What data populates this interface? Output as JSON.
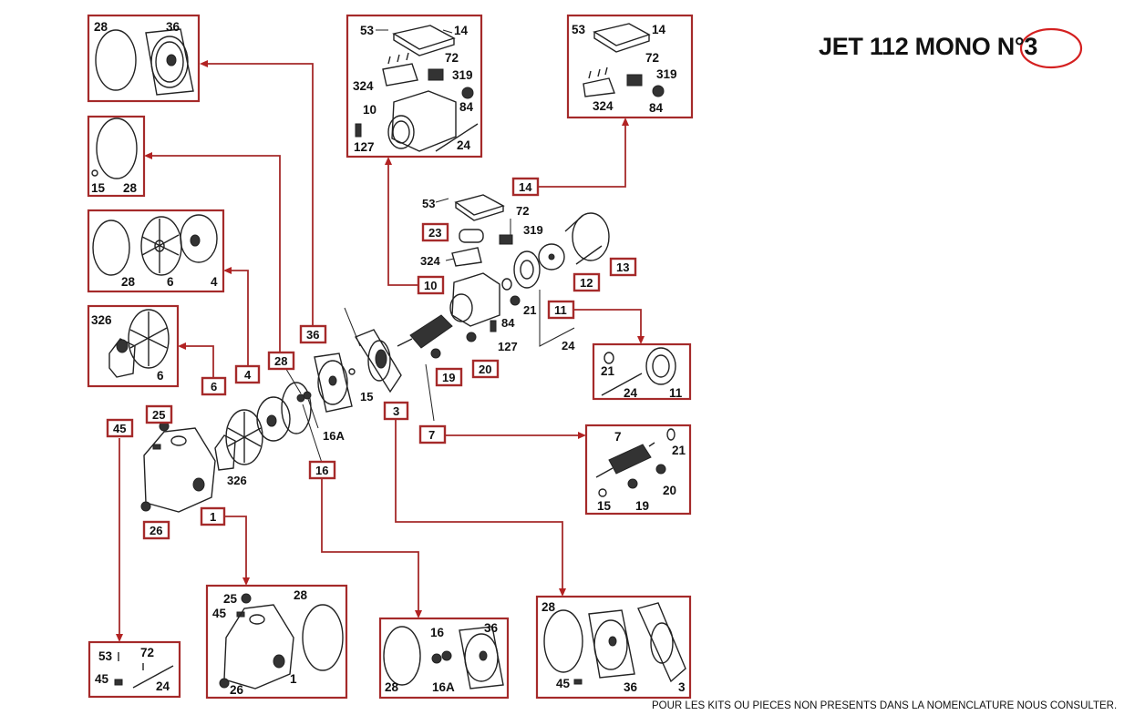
{
  "title": "JET 112 MONO N°3",
  "title_main": "JET 112 MONO ",
  "title_highlight": "N°3",
  "highlight_color": "#d42020",
  "accent_color": "#a52a2a",
  "footer_note": "POUR LES KITS OU PIECES NON PRESENTS DANS LA NOMENCLATURE NOUS CONSULTER.",
  "main_assembly": {
    "tags": [
      "14",
      "23",
      "10",
      "13",
      "12",
      "11",
      "36",
      "28",
      "4",
      "6",
      "45",
      "25",
      "26",
      "1",
      "16",
      "3",
      "7",
      "19",
      "20"
    ],
    "labels": [
      "53",
      "72",
      "319",
      "324",
      "84",
      "21",
      "127",
      "24",
      "15",
      "16A",
      "326"
    ]
  },
  "kits": [
    {
      "id": "kit-36",
      "tag": "36",
      "parts": [
        "28",
        "36"
      ]
    },
    {
      "id": "kit-28",
      "tag": "28",
      "parts": [
        "15",
        "28"
      ]
    },
    {
      "id": "kit-4",
      "tag": "4",
      "parts": [
        "28",
        "6",
        "4"
      ]
    },
    {
      "id": "kit-6",
      "tag": "6",
      "parts": [
        "326",
        "6"
      ]
    },
    {
      "id": "kit-10",
      "tag": "10",
      "parts": [
        "53",
        "14",
        "72",
        "319",
        "324",
        "10",
        "84",
        "127",
        "24"
      ]
    },
    {
      "id": "kit-14",
      "tag": "14",
      "parts": [
        "53",
        "14",
        "72",
        "319",
        "324",
        "84"
      ]
    },
    {
      "id": "kit-11",
      "tag": "11",
      "parts": [
        "21",
        "24",
        "11"
      ]
    },
    {
      "id": "kit-7",
      "tag": "7",
      "parts": [
        "7",
        "21",
        "15",
        "19",
        "20"
      ]
    },
    {
      "id": "kit-45",
      "tag": "45",
      "parts": [
        "53",
        "72",
        "45",
        "24"
      ]
    },
    {
      "id": "kit-1",
      "tag": "1",
      "parts": [
        "25",
        "28",
        "45",
        "1",
        "26"
      ]
    },
    {
      "id": "kit-16",
      "tag": "16",
      "parts": [
        "16",
        "36",
        "28",
        "16A"
      ]
    },
    {
      "id": "kit-3",
      "tag": "3",
      "parts": [
        "28",
        "45",
        "36",
        "3"
      ]
    }
  ]
}
